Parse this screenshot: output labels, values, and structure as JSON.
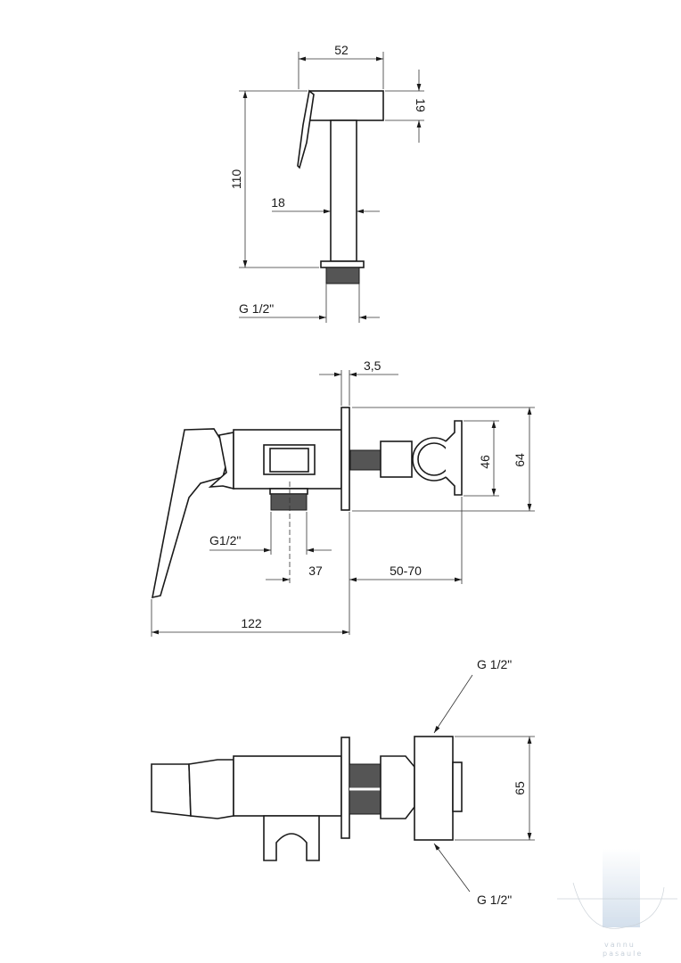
{
  "title": "Bidet shower set technical drawing",
  "top_view": {
    "head_width": "52",
    "head_height": "19",
    "total_height": "110",
    "stem_width": "18",
    "thread": "G 1/2\""
  },
  "side_view": {
    "plate_thickness": "3,5",
    "holder_height": "46",
    "plate_height": "64",
    "outlet_thread": "G1/2\"",
    "outlet_offset": "37",
    "wall_depth": "50-70",
    "total_length": "122"
  },
  "bottom_view": {
    "inlet_top": "G 1/2\"",
    "inlet_bottom": "G 1/2\"",
    "body_height": "65"
  },
  "watermark": {
    "line1": "vannu",
    "line2": "pasaule",
    "color": "#c9d8e8"
  }
}
